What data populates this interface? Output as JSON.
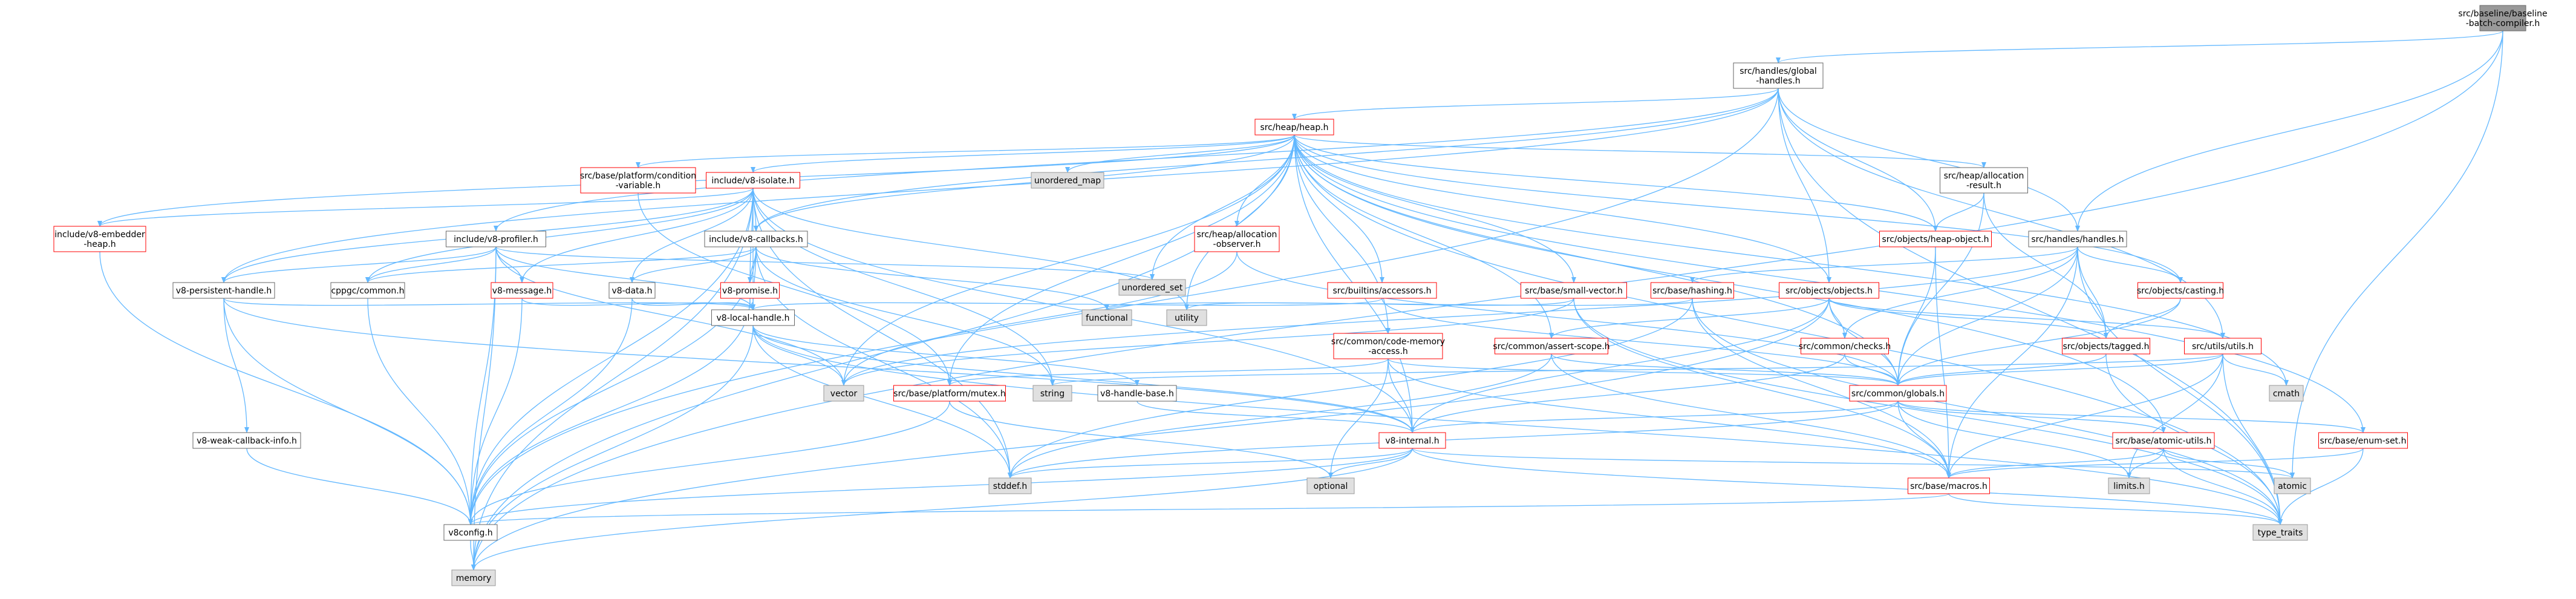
{
  "colors": {
    "edge": "#63b8ff",
    "white_fill": "#ffffff",
    "white_stroke": "#666666",
    "red_stroke": "#ff0000",
    "gray_fill": "#e0e0e0",
    "gray_stroke": "#999999",
    "root_fill": "#999999",
    "root_stroke": "#666666"
  },
  "nodes": [
    {
      "id": "root",
      "lines": [
        "src/baseline/baseline",
        "-batch-compiler.h"
      ],
      "style": "root"
    },
    {
      "id": "global_handles",
      "lines": [
        "src/handles/global",
        "-handles.h"
      ],
      "style": "white"
    },
    {
      "id": "heap",
      "lines": [
        "src/heap/heap.h"
      ],
      "style": "red"
    },
    {
      "id": "cond_var",
      "lines": [
        "src/base/platform/condition",
        "-variable.h"
      ],
      "style": "red"
    },
    {
      "id": "v8_isolate",
      "lines": [
        "include/v8-isolate.h"
      ],
      "style": "red"
    },
    {
      "id": "unordered_map",
      "lines": [
        "unordered_map"
      ],
      "style": "gray"
    },
    {
      "id": "heap_alloc_result",
      "lines": [
        "src/heap/allocation",
        "-result.h"
      ],
      "style": "white"
    },
    {
      "id": "v8_embedder_heap",
      "lines": [
        "include/v8-embedder",
        "-heap.h"
      ],
      "style": "red"
    },
    {
      "id": "v8_profiler",
      "lines": [
        "include/v8-profiler.h"
      ],
      "style": "white"
    },
    {
      "id": "v8_callbacks",
      "lines": [
        "include/v8-callbacks.h"
      ],
      "style": "white"
    },
    {
      "id": "heap_alloc_observer",
      "lines": [
        "src/heap/allocation",
        "-observer.h"
      ],
      "style": "red"
    },
    {
      "id": "heap_object",
      "lines": [
        "src/objects/heap-object.h"
      ],
      "style": "red"
    },
    {
      "id": "handles",
      "lines": [
        "src/handles/handles.h"
      ],
      "style": "white"
    },
    {
      "id": "unordered_set",
      "lines": [
        "unordered_set"
      ],
      "style": "gray"
    },
    {
      "id": "v8_persistent",
      "lines": [
        "v8-persistent-handle.h"
      ],
      "style": "white"
    },
    {
      "id": "cppgc_common",
      "lines": [
        "cppgc/common.h"
      ],
      "style": "white"
    },
    {
      "id": "v8_message",
      "lines": [
        "v8-message.h"
      ],
      "style": "red"
    },
    {
      "id": "v8_data",
      "lines": [
        "v8-data.h"
      ],
      "style": "white"
    },
    {
      "id": "v8_promise",
      "lines": [
        "v8-promise.h"
      ],
      "style": "red"
    },
    {
      "id": "builtins_accessors",
      "lines": [
        "src/builtins/accessors.h"
      ],
      "style": "red"
    },
    {
      "id": "small_vector",
      "lines": [
        "src/base/small-vector.h"
      ],
      "style": "red"
    },
    {
      "id": "hashing",
      "lines": [
        "src/base/hashing.h"
      ],
      "style": "red"
    },
    {
      "id": "objects",
      "lines": [
        "src/objects/objects.h"
      ],
      "style": "red"
    },
    {
      "id": "casting",
      "lines": [
        "src/objects/casting.h"
      ],
      "style": "red"
    },
    {
      "id": "functional",
      "lines": [
        "functional"
      ],
      "style": "gray"
    },
    {
      "id": "utility",
      "lines": [
        "utility"
      ],
      "style": "gray"
    },
    {
      "id": "v8_local_handle",
      "lines": [
        "v8-local-handle.h"
      ],
      "style": "white"
    },
    {
      "id": "code_memory_access",
      "lines": [
        "src/common/code-memory",
        "-access.h"
      ],
      "style": "red"
    },
    {
      "id": "assert_scope",
      "lines": [
        "src/common/assert-scope.h"
      ],
      "style": "red"
    },
    {
      "id": "checks",
      "lines": [
        "src/common/checks.h"
      ],
      "style": "red"
    },
    {
      "id": "tagged",
      "lines": [
        "src/objects/tagged.h"
      ],
      "style": "red"
    },
    {
      "id": "utils",
      "lines": [
        "src/utils/utils.h"
      ],
      "style": "red"
    },
    {
      "id": "vector",
      "lines": [
        "vector"
      ],
      "style": "gray"
    },
    {
      "id": "platform_mutex",
      "lines": [
        "src/base/platform/mutex.h"
      ],
      "style": "red"
    },
    {
      "id": "string",
      "lines": [
        "string"
      ],
      "style": "gray"
    },
    {
      "id": "v8_handle_base",
      "lines": [
        "v8-handle-base.h"
      ],
      "style": "white"
    },
    {
      "id": "globals",
      "lines": [
        "src/common/globals.h"
      ],
      "style": "red"
    },
    {
      "id": "cmath",
      "lines": [
        "cmath"
      ],
      "style": "gray"
    },
    {
      "id": "v8_weak_callback",
      "lines": [
        "v8-weak-callback-info.h"
      ],
      "style": "white"
    },
    {
      "id": "v8_internal",
      "lines": [
        "v8-internal.h"
      ],
      "style": "red"
    },
    {
      "id": "atomic_utils",
      "lines": [
        "src/base/atomic-utils.h"
      ],
      "style": "red"
    },
    {
      "id": "enum_set",
      "lines": [
        "src/base/enum-set.h"
      ],
      "style": "red"
    },
    {
      "id": "stddef",
      "lines": [
        "stddef.h"
      ],
      "style": "gray"
    },
    {
      "id": "optional",
      "lines": [
        "optional"
      ],
      "style": "gray"
    },
    {
      "id": "macros",
      "lines": [
        "src/base/macros.h"
      ],
      "style": "red"
    },
    {
      "id": "limits",
      "lines": [
        "limits.h"
      ],
      "style": "gray"
    },
    {
      "id": "atomic",
      "lines": [
        "atomic"
      ],
      "style": "gray"
    },
    {
      "id": "v8config",
      "lines": [
        "v8config.h"
      ],
      "style": "white"
    },
    {
      "id": "type_traits",
      "lines": [
        "type_traits"
      ],
      "style": "gray"
    },
    {
      "id": "memory",
      "lines": [
        "memory"
      ],
      "style": "gray"
    }
  ],
  "edges": [
    [
      "root",
      "global_handles"
    ],
    [
      "root",
      "handles"
    ],
    [
      "root",
      "atomic"
    ],
    [
      "root",
      "memory"
    ],
    [
      "global_handles",
      "heap"
    ],
    [
      "global_handles",
      "v8_callbacks"
    ],
    [
      "global_handles",
      "v8_persistent"
    ],
    [
      "global_handles",
      "v8_profiler"
    ],
    [
      "global_handles",
      "handles"
    ],
    [
      "global_handles",
      "heap_object"
    ],
    [
      "global_handles",
      "objects"
    ],
    [
      "global_handles",
      "utils"
    ],
    [
      "global_handles",
      "type_traits"
    ],
    [
      "global_handles",
      "v8config"
    ],
    [
      "heap",
      "cond_var"
    ],
    [
      "heap",
      "v8_isolate"
    ],
    [
      "heap",
      "unordered_map"
    ],
    [
      "heap",
      "heap_alloc_result"
    ],
    [
      "heap",
      "heap_alloc_observer"
    ],
    [
      "heap",
      "heap_object"
    ],
    [
      "heap",
      "v8_callbacks"
    ],
    [
      "heap",
      "v8_embedder_heap"
    ],
    [
      "heap",
      "unordered_set"
    ],
    [
      "heap",
      "builtins_accessors"
    ],
    [
      "heap",
      "small_vector"
    ],
    [
      "heap",
      "objects"
    ],
    [
      "heap",
      "globals"
    ],
    [
      "heap",
      "code_memory_access"
    ],
    [
      "heap",
      "assert_scope"
    ],
    [
      "heap",
      "platform_mutex"
    ],
    [
      "heap",
      "vector"
    ],
    [
      "heap",
      "utility"
    ],
    [
      "heap",
      "v8_internal"
    ],
    [
      "heap",
      "atomic_utils"
    ],
    [
      "heap",
      "enum_set"
    ],
    [
      "heap",
      "casting"
    ],
    [
      "heap",
      "cmath"
    ],
    [
      "heap",
      "type_traits"
    ],
    [
      "heap",
      "memory"
    ],
    [
      "cond_var",
      "platform_mutex"
    ],
    [
      "v8_isolate",
      "v8_embedder_heap"
    ],
    [
      "v8_isolate",
      "v8_callbacks"
    ],
    [
      "v8_isolate",
      "v8_persistent"
    ],
    [
      "v8_isolate",
      "cppgc_common"
    ],
    [
      "v8_isolate",
      "v8_data"
    ],
    [
      "v8_isolate",
      "v8_promise"
    ],
    [
      "v8_isolate",
      "v8_local_handle"
    ],
    [
      "v8_isolate",
      "v8_message"
    ],
    [
      "v8_isolate",
      "v8_internal"
    ],
    [
      "v8_isolate",
      "v8config"
    ],
    [
      "v8_isolate",
      "stddef"
    ],
    [
      "v8_isolate",
      "memory"
    ],
    [
      "v8_isolate",
      "utility"
    ],
    [
      "v8_isolate",
      "string"
    ],
    [
      "heap_alloc_result",
      "heap_object"
    ],
    [
      "heap_alloc_result",
      "globals"
    ],
    [
      "heap_alloc_result",
      "tagged"
    ],
    [
      "v8_embedder_heap",
      "v8config"
    ],
    [
      "v8_profiler",
      "v8_persistent"
    ],
    [
      "v8_profiler",
      "v8_local_handle"
    ],
    [
      "v8_profiler",
      "v8_message"
    ],
    [
      "v8_profiler",
      "cppgc_common"
    ],
    [
      "v8_profiler",
      "unordered_set"
    ],
    [
      "v8_profiler",
      "vector"
    ],
    [
      "v8_profiler",
      "memory"
    ],
    [
      "v8_profiler",
      "v8config"
    ],
    [
      "v8_callbacks",
      "v8_data"
    ],
    [
      "v8_callbacks",
      "v8_local_handle"
    ],
    [
      "v8_callbacks",
      "v8_promise"
    ],
    [
      "v8_callbacks",
      "cppgc_common"
    ],
    [
      "v8_callbacks",
      "v8config"
    ],
    [
      "v8_callbacks",
      "stddef"
    ],
    [
      "v8_callbacks",
      "functional"
    ],
    [
      "v8_callbacks",
      "string"
    ],
    [
      "heap_alloc_observer",
      "vector"
    ],
    [
      "heap_alloc_observer",
      "globals"
    ],
    [
      "heap_object",
      "globals"
    ],
    [
      "heap_object",
      "macros"
    ],
    [
      "handles",
      "hashing"
    ],
    [
      "handles",
      "checks"
    ],
    [
      "handles",
      "globals"
    ],
    [
      "handles",
      "tagged"
    ],
    [
      "handles",
      "casting"
    ],
    [
      "handles",
      "macros"
    ],
    [
      "handles",
      "type_traits"
    ],
    [
      "handles",
      "vector"
    ],
    [
      "v8_persistent",
      "v8_local_handle"
    ],
    [
      "v8_persistent",
      "v8_weak_callback"
    ],
    [
      "v8_persistent",
      "v8_internal"
    ],
    [
      "v8_persistent",
      "v8config"
    ],
    [
      "cppgc_common",
      "v8config"
    ],
    [
      "v8_message",
      "v8_local_handle"
    ],
    [
      "v8_message",
      "v8config"
    ],
    [
      "v8_data",
      "v8_local_handle"
    ],
    [
      "v8_data",
      "v8config"
    ],
    [
      "v8_promise",
      "v8_local_handle"
    ],
    [
      "v8_promise",
      "v8config"
    ],
    [
      "builtins_accessors",
      "v8_local_handle"
    ],
    [
      "builtins_accessors",
      "globals"
    ],
    [
      "small_vector",
      "macros"
    ],
    [
      "small_vector",
      "utility"
    ],
    [
      "small_vector",
      "type_traits"
    ],
    [
      "small_vector",
      "vector"
    ],
    [
      "hashing",
      "macros"
    ],
    [
      "hashing",
      "functional"
    ],
    [
      "hashing",
      "type_traits"
    ],
    [
      "hashing",
      "stddef"
    ],
    [
      "objects",
      "assert_scope"
    ],
    [
      "objects",
      "checks"
    ],
    [
      "objects",
      "tagged"
    ],
    [
      "objects",
      "globals"
    ],
    [
      "objects",
      "utils"
    ],
    [
      "objects",
      "memory"
    ],
    [
      "objects",
      "v8_internal"
    ],
    [
      "casting",
      "tagged"
    ],
    [
      "casting",
      "globals"
    ],
    [
      "v8_local_handle",
      "v8_handle_base"
    ],
    [
      "v8_local_handle",
      "v8_internal"
    ],
    [
      "v8_local_handle",
      "stddef"
    ],
    [
      "v8_local_handle",
      "vector"
    ],
    [
      "v8_local_handle",
      "type_traits"
    ],
    [
      "v8_local_handle",
      "memory"
    ],
    [
      "code_memory_access",
      "v8_internal"
    ],
    [
      "code_memory_access",
      "globals"
    ],
    [
      "code_memory_access",
      "platform_mutex"
    ],
    [
      "code_memory_access",
      "optional"
    ],
    [
      "code_memory_access",
      "macros"
    ],
    [
      "assert_scope",
      "globals"
    ],
    [
      "assert_scope",
      "macros"
    ],
    [
      "assert_scope",
      "stddef"
    ],
    [
      "checks",
      "v8_internal"
    ],
    [
      "checks",
      "globals"
    ],
    [
      "tagged",
      "globals"
    ],
    [
      "tagged",
      "type_traits"
    ],
    [
      "utils",
      "globals"
    ],
    [
      "utils",
      "macros"
    ],
    [
      "utils",
      "cmath"
    ],
    [
      "utils",
      "type_traits"
    ],
    [
      "utils",
      "limits"
    ],
    [
      "utils",
      "string"
    ],
    [
      "platform_mutex",
      "optional"
    ],
    [
      "platform_mutex",
      "v8config"
    ],
    [
      "v8_handle_base",
      "v8_internal"
    ],
    [
      "globals",
      "v8_internal"
    ],
    [
      "globals",
      "atomic_utils"
    ],
    [
      "globals",
      "enum_set"
    ],
    [
      "globals",
      "macros"
    ],
    [
      "globals",
      "limits"
    ],
    [
      "globals",
      "stddef"
    ],
    [
      "v8_weak_callback",
      "v8config"
    ],
    [
      "v8_internal",
      "v8config"
    ],
    [
      "v8_internal",
      "stddef"
    ],
    [
      "v8_internal",
      "atomic"
    ],
    [
      "v8_internal",
      "optional"
    ],
    [
      "v8_internal",
      "memory"
    ],
    [
      "v8_internal",
      "type_traits"
    ],
    [
      "atomic_utils",
      "macros"
    ],
    [
      "atomic_utils",
      "atomic"
    ],
    [
      "atomic_utils",
      "limits"
    ],
    [
      "atomic_utils",
      "type_traits"
    ],
    [
      "enum_set",
      "macros"
    ],
    [
      "enum_set",
      "type_traits"
    ],
    [
      "macros",
      "v8config"
    ],
    [
      "macros",
      "type_traits"
    ],
    [
      "v8config",
      "memory"
    ]
  ]
}
